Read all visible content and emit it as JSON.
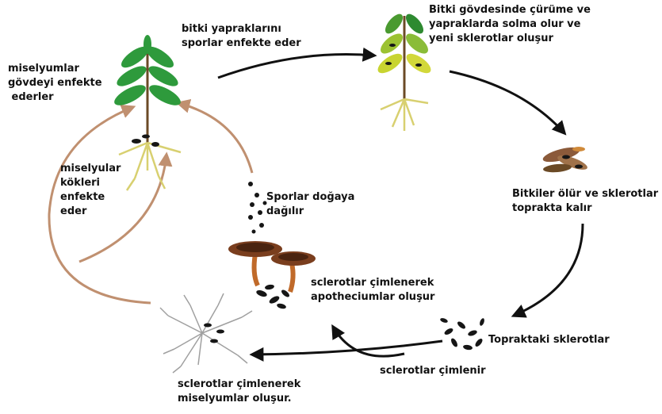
{
  "colors": {
    "arrow_dark": "#111111",
    "arrow_brown": "#c09070",
    "leaf_green": "#2e9a3c",
    "leaf_yellow": "#c8d431",
    "stem": "#6b4a26",
    "root": "#d8d070",
    "sclerotia": "#161616",
    "mushroom_cap": "#7a3e1e",
    "mushroom_stalk": "#c06a2a",
    "mycelium": "#a0a0a0"
  },
  "labels": {
    "spores_infect": [
      "bitki yapraklarını",
      "sporlar enfekte eder"
    ],
    "stem_rot": [
      "Bitki gövdesinde çürüme ve",
      "yapraklarda solma olur ve",
      "yeni sklerotlar oluşur"
    ],
    "plants_die": [
      "Bitkiler ölür ve sklerotlar",
      "toprakta kalır"
    ],
    "soil_sclerotia": [
      "Topraktaki sklerotlar"
    ],
    "sclerotia_germinate": [
      "sclerotlar çimlenir"
    ],
    "mycelia_form": [
      "sclerotlar çimlenerek",
      "miselyumlar oluşur."
    ],
    "apothecia_form": [
      "sclerotlar çimlenerek",
      "apotheciumlar oluşur"
    ],
    "spores_disperse": [
      "Sporlar doğaya",
      "dağılır"
    ],
    "mycelia_roots": [
      "miselyular",
      "kökleri",
      "enfekte",
      "eder"
    ],
    "mycelia_stem": [
      "miselyumlar",
      "gövdeyi enfekte",
      " ederler"
    ]
  }
}
